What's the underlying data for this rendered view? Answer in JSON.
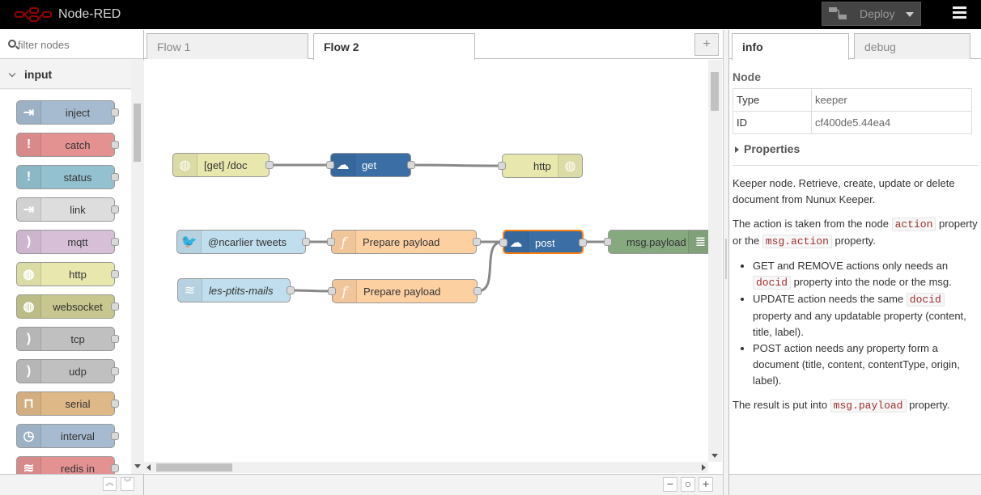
{
  "app": {
    "title": "Node-RED"
  },
  "header": {
    "deploy_label": "Deploy"
  },
  "palette": {
    "search_placeholder": "filter nodes",
    "category": "input",
    "nodes": [
      {
        "label": "inject",
        "color": "#a6bbcf",
        "icon": "arrow-in-icon",
        "glyph": "⇥"
      },
      {
        "label": "catch",
        "color": "#e49191",
        "icon": "exclamation-icon",
        "glyph": "!"
      },
      {
        "label": "status",
        "color": "#94c1d0",
        "icon": "exclamation-icon",
        "glyph": "!"
      },
      {
        "label": "link",
        "color": "#dddddd",
        "icon": "link-out-icon",
        "glyph": "⇥"
      },
      {
        "label": "mqtt",
        "color": "#d8bfd8",
        "icon": "bridge-icon",
        "glyph": ")"
      },
      {
        "label": "http",
        "color": "#e7e7ae",
        "icon": "white-globe-icon",
        "glyph": "◍"
      },
      {
        "label": "websocket",
        "color": "#c7c78f",
        "icon": "white-globe-icon",
        "glyph": "◍"
      },
      {
        "label": "tcp",
        "color": "#c0c0c0",
        "icon": "bridge-dash-icon",
        "glyph": ")"
      },
      {
        "label": "udp",
        "color": "#c0c0c0",
        "icon": "bridge-dash-icon",
        "glyph": ")"
      },
      {
        "label": "serial",
        "color": "#deb887",
        "icon": "serial-icon",
        "glyph": "⊓"
      },
      {
        "label": "interval",
        "color": "#a6bbcf",
        "icon": "timer-icon",
        "glyph": "◷"
      },
      {
        "label": "redis in",
        "color": "#e49191",
        "icon": "redis-icon",
        "glyph": "≋"
      }
    ]
  },
  "workspace": {
    "tabs": [
      {
        "label": "Flow 1",
        "active": false
      },
      {
        "label": "Flow 2",
        "active": true
      }
    ],
    "add_tab": "+",
    "flow_nodes": [
      {
        "id": "n1",
        "label": "[get] /doc",
        "color": "#e7e7ae",
        "icon": "white-globe-icon"
      },
      {
        "id": "n2",
        "label": "get",
        "color": "#3a6ea5",
        "icon": "cloud-download-icon"
      },
      {
        "id": "n3",
        "label": "http",
        "color": "#e7e7ae",
        "icon": "white-globe-icon"
      },
      {
        "id": "n4",
        "label": "@ncarlier tweets",
        "color": "#c0deed",
        "icon": "twitter-icon"
      },
      {
        "id": "n5",
        "label": "Prepare payload",
        "color": "#fdd0a2",
        "icon": "function-icon"
      },
      {
        "id": "n6",
        "label": "post",
        "color": "#3a6ea5",
        "icon": "cloud-download-icon"
      },
      {
        "id": "n7",
        "label": "msg.payload",
        "color": "#87a980",
        "icon": "debug-list-icon"
      },
      {
        "id": "n8",
        "label": "les-ptits-mails",
        "color": "#c0deed",
        "icon": "feed-icon"
      },
      {
        "id": "n9",
        "label": "Prepare payload",
        "color": "#fdd0a2",
        "icon": "function-icon"
      }
    ]
  },
  "sidebar": {
    "tabs": [
      {
        "label": "info",
        "active": true
      },
      {
        "label": "debug",
        "active": false
      }
    ],
    "section_title": "Node",
    "info_rows": [
      {
        "key": "Type",
        "value": "keeper"
      },
      {
        "key": "ID",
        "value": "cf400de5.44ea4"
      }
    ],
    "properties_label": "Properties",
    "description": {
      "p1": "Keeper node. Retrieve, create, update or delete document from Nunux Keeper.",
      "p2_a": "The action is taken from the node ",
      "p2_code1": "action",
      "p2_b": " property or the ",
      "p2_code2": "msg.action",
      "p2_c": " property.",
      "li1_a": "GET and REMOVE actions only needs an ",
      "li1_code": "docid",
      "li1_b": " property into the node or the msg.",
      "li2_a": "UPDATE action needs the same ",
      "li2_code": "docid",
      "li2_b": " property and any updatable property (content, title, label).",
      "li3": "POST action needs any property form a document (title, content, contentType, origin, label).",
      "p3_a": "The result is put into ",
      "p3_code": "msg.payload",
      "p3_b": " property."
    }
  },
  "colors": {
    "selected_border": "#ff7f0e",
    "wire": "#888888",
    "header_bg": "#000000"
  }
}
